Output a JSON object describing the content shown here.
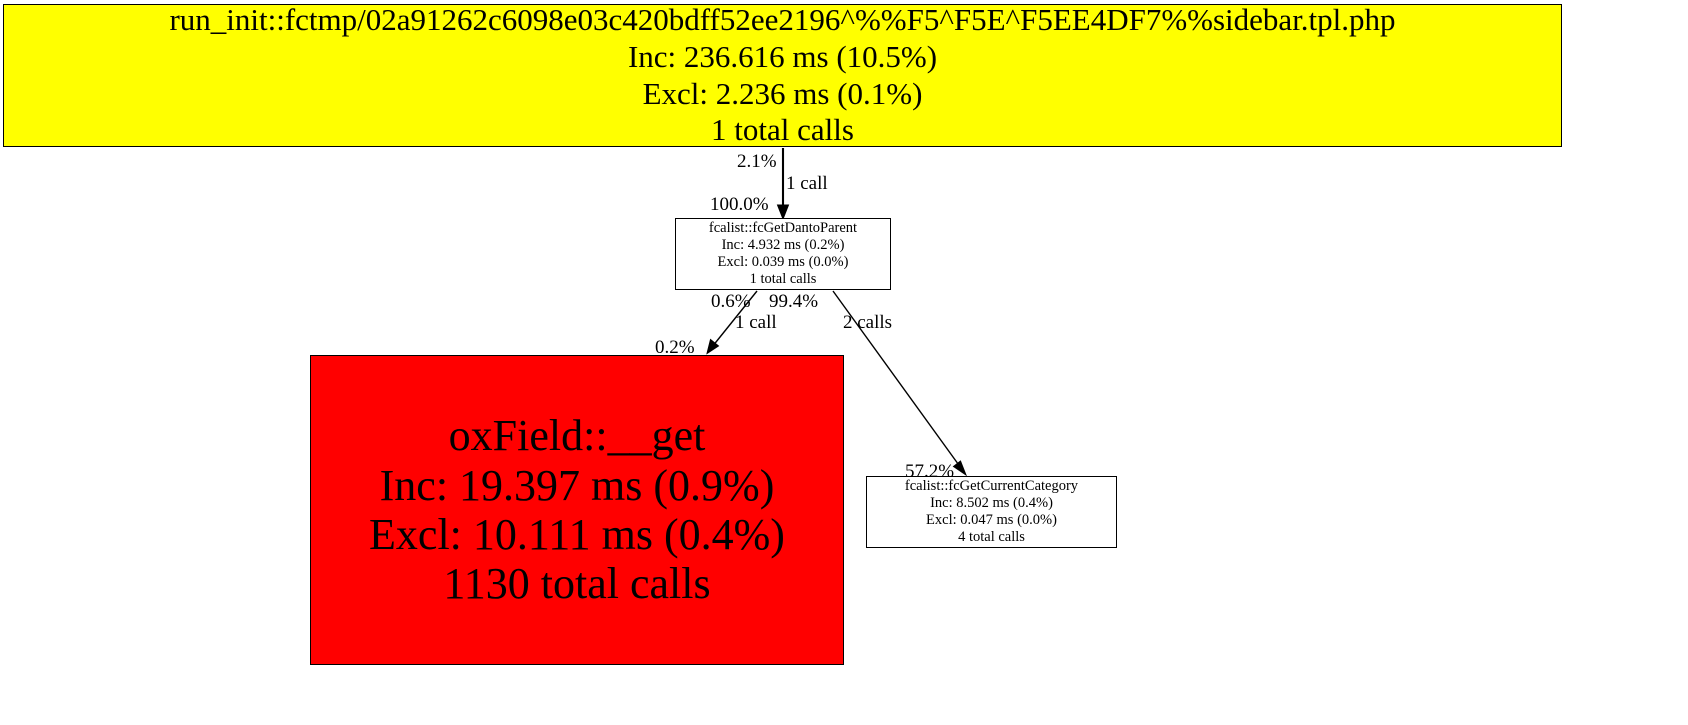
{
  "graph": {
    "type": "call-graph",
    "background": "#ffffff",
    "nodes": [
      {
        "id": "root",
        "name": "run_init::fctmp/02a91262c6098e03c420bdff52ee2196^%%F5^F5E^F5EE4DF7%%sidebar.tpl.php",
        "inc": "Inc: 236.616 ms (10.5%)",
        "excl": "Excl: 2.236 ms (0.1%)",
        "calls": "1 total calls",
        "fill": "#ffff00",
        "inc_ms": 236.616,
        "inc_pct": 10.5,
        "excl_ms": 2.236,
        "excl_pct": 0.1,
        "total_calls": 1
      },
      {
        "id": "mid",
        "name": "fcalist::fcGetDantoParent",
        "inc": "Inc: 4.932 ms (0.2%)",
        "excl": "Excl: 0.039 ms (0.0%)",
        "calls": "1 total calls",
        "fill": "#ffffff",
        "inc_ms": 4.932,
        "inc_pct": 0.2,
        "excl_ms": 0.039,
        "excl_pct": 0.0,
        "total_calls": 1
      },
      {
        "id": "red",
        "name": "oxField::__get",
        "inc": "Inc: 19.397 ms (0.9%)",
        "excl": "Excl: 10.111 ms (0.4%)",
        "calls": "1130 total calls",
        "fill": "#ff0000",
        "inc_ms": 19.397,
        "inc_pct": 0.9,
        "excl_ms": 10.111,
        "excl_pct": 0.4,
        "total_calls": 1130
      },
      {
        "id": "right",
        "name": "fcalist::fcGetCurrentCategory",
        "inc": "Inc: 8.502 ms (0.4%)",
        "excl": "Excl: 0.047 ms (0.0%)",
        "calls": "4 total calls",
        "fill": "#ffffff",
        "inc_ms": 8.502,
        "inc_pct": 0.4,
        "excl_ms": 0.047,
        "excl_pct": 0.0,
        "total_calls": 4
      }
    ],
    "edges": [
      {
        "id": "root-to-mid",
        "from": "root",
        "to": "mid",
        "tail_pct": "2.1%",
        "calls": "1 call",
        "head_pct": "100.0%"
      },
      {
        "id": "mid-to-red",
        "from": "mid",
        "to": "red",
        "tail_pct": "0.6%",
        "calls": "1 call",
        "head_pct": "0.2%"
      },
      {
        "id": "mid-to-right",
        "from": "mid",
        "to": "right",
        "tail_pct": "99.4%",
        "calls": "2 calls",
        "head_pct": "57.2%"
      }
    ]
  }
}
